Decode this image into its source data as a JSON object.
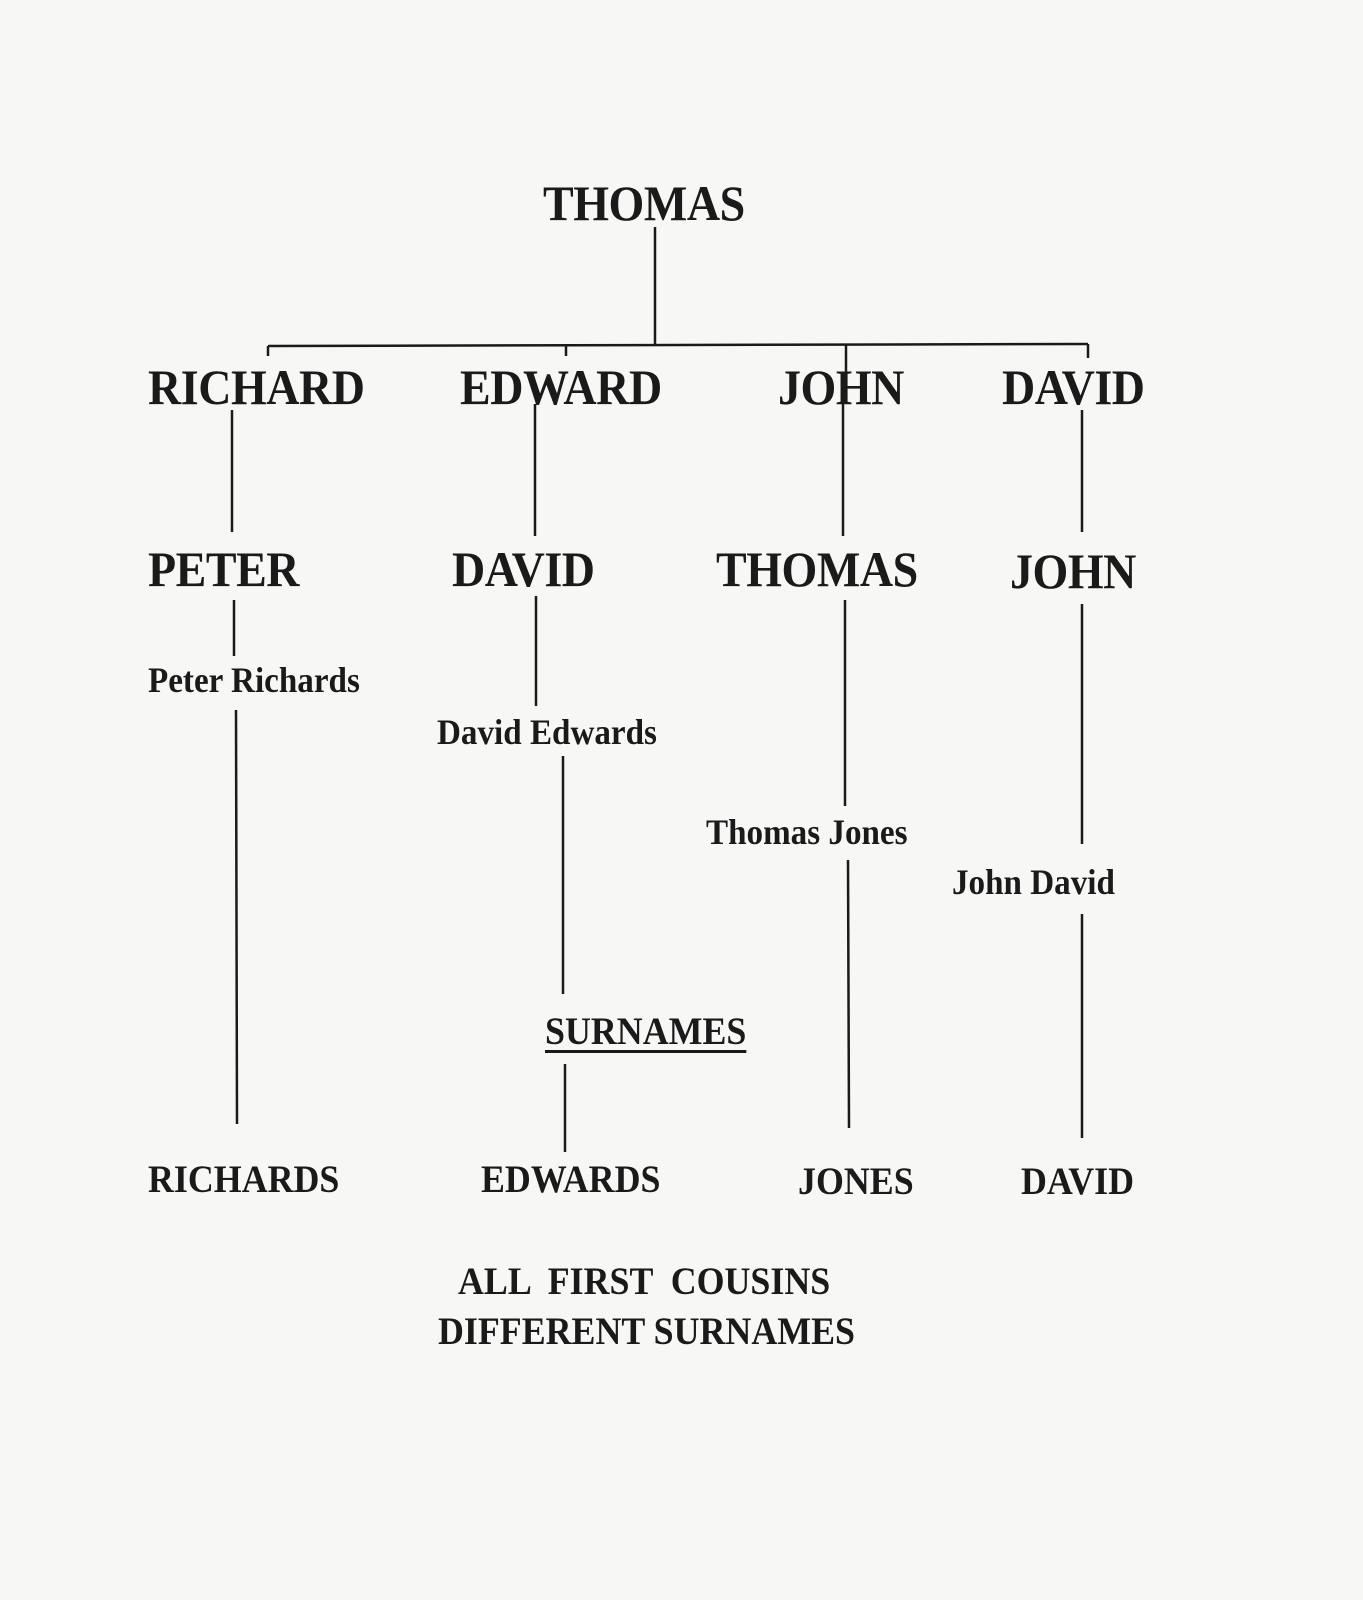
{
  "diagram": {
    "root": "THOMAS",
    "generation1": [
      "RICHARD",
      "EDWARD",
      "JOHN",
      "DAVID"
    ],
    "generation2": [
      "PETER",
      "DAVID",
      "THOMAS",
      "JOHN"
    ],
    "full_names": [
      "Peter Richards",
      "David Edwards",
      "Thomas Jones",
      "John David"
    ],
    "surnames_heading": "SURNAMES",
    "surnames": [
      "RICHARDS",
      "EDWARDS",
      "JONES",
      "DAVID"
    ],
    "footer": {
      "line1": "ALL  FIRST  COUSINS",
      "line2": "DIFFERENT SURNAMES"
    },
    "colors": {
      "ink": "#1a1a1a",
      "paper": "#f7f7f5"
    }
  }
}
